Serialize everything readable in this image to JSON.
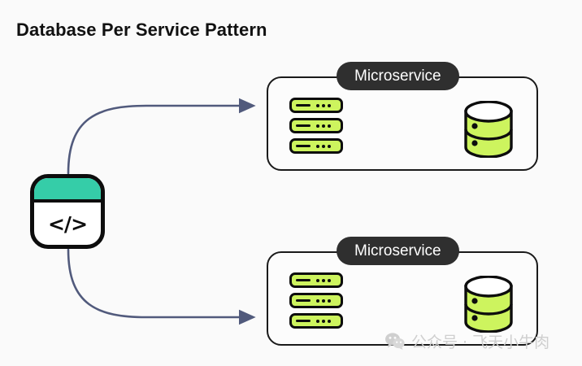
{
  "diagram": {
    "title": "Database Per Service Pattern",
    "background_color": "#fafafa",
    "title_color": "#111111"
  },
  "source_block": {
    "icon_name": "code-block-icon",
    "glyph": "</>",
    "header_color": "#35cda8",
    "border_color": "#0d0d0d",
    "body_color": "#ffffff"
  },
  "colors": {
    "accent_teal": "#35cda8",
    "accent_green": "#cdf45e",
    "badge_dark": "#2f2f2f",
    "arrow_slate": "#515a7c",
    "outline_black": "#0d0d0d",
    "box_border": "#1a1a1a",
    "watermark_gray": "#cfcfcf"
  },
  "services": [
    {
      "badge_label": "Microservice",
      "service_icon_name": "server-rack-icon",
      "database_icon_name": "database-cylinder-icon",
      "internal_arrow_name": "service-to-database-arrow"
    },
    {
      "badge_label": "Microservice",
      "service_icon_name": "server-rack-icon",
      "database_icon_name": "database-cylinder-icon",
      "internal_arrow_name": "service-to-database-arrow"
    }
  ],
  "connectors": [
    {
      "name": "code-to-service-1-arrow",
      "from": "source_block",
      "to": "service_1"
    },
    {
      "name": "code-to-service-2-arrow",
      "from": "source_block",
      "to": "service_2"
    }
  ],
  "watermark": {
    "icon_name": "wechat-icon",
    "text": "公众号 · 飞天小牛肉"
  }
}
